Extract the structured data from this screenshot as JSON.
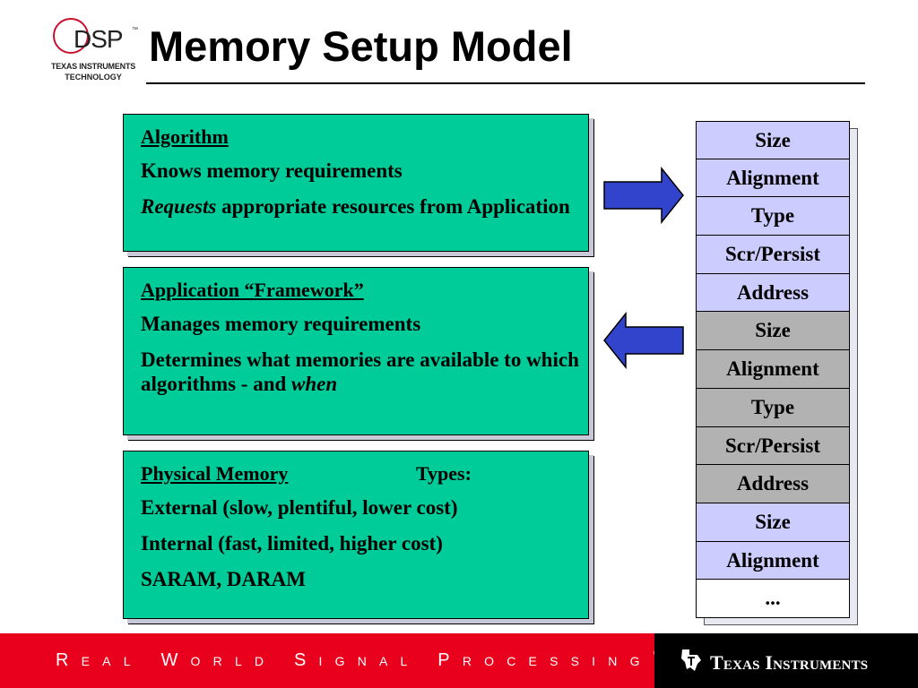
{
  "logo": {
    "dsp": "DSP",
    "tm": "™",
    "line1": "TEXAS INSTRUMENTS",
    "line2": "TECHNOLOGY"
  },
  "title": "Memory Setup Model",
  "boxes": {
    "algorithm": {
      "heading": "Algorithm",
      "line1": "Knows memory requirements",
      "line2_em": "Requests",
      "line2_rest": " appropriate resources from Application"
    },
    "framework": {
      "heading": "Application “Framework”",
      "line1": "Manages memory requirements",
      "line2": "Determines what memories are available to which algorithms - and ",
      "line2_em": "when"
    },
    "physical": {
      "heading": "Physical Memory",
      "types_label": "Types:",
      "line1": "External (slow, plentiful, lower cost)",
      "line2": "Internal (fast, limited, higher cost)",
      "line3": "SARAM, DARAM"
    }
  },
  "stack": [
    "Size",
    "Alignment",
    "Type",
    "Scr/Persist",
    "Address",
    "Size",
    "Alignment",
    "Type",
    "Scr/Persist",
    "Address",
    "Size",
    "Alignment",
    "..."
  ],
  "colors": {
    "box_fill": "#00cc99",
    "stack_group1": "#ccccff",
    "stack_group2": "#b2b2b2",
    "arrow": "#3344cc",
    "footer_red": "#e8001c"
  },
  "footer": {
    "slogan": "Real World Signal Processing",
    "tm": "™",
    "ti_brand": "Texas Instruments"
  }
}
